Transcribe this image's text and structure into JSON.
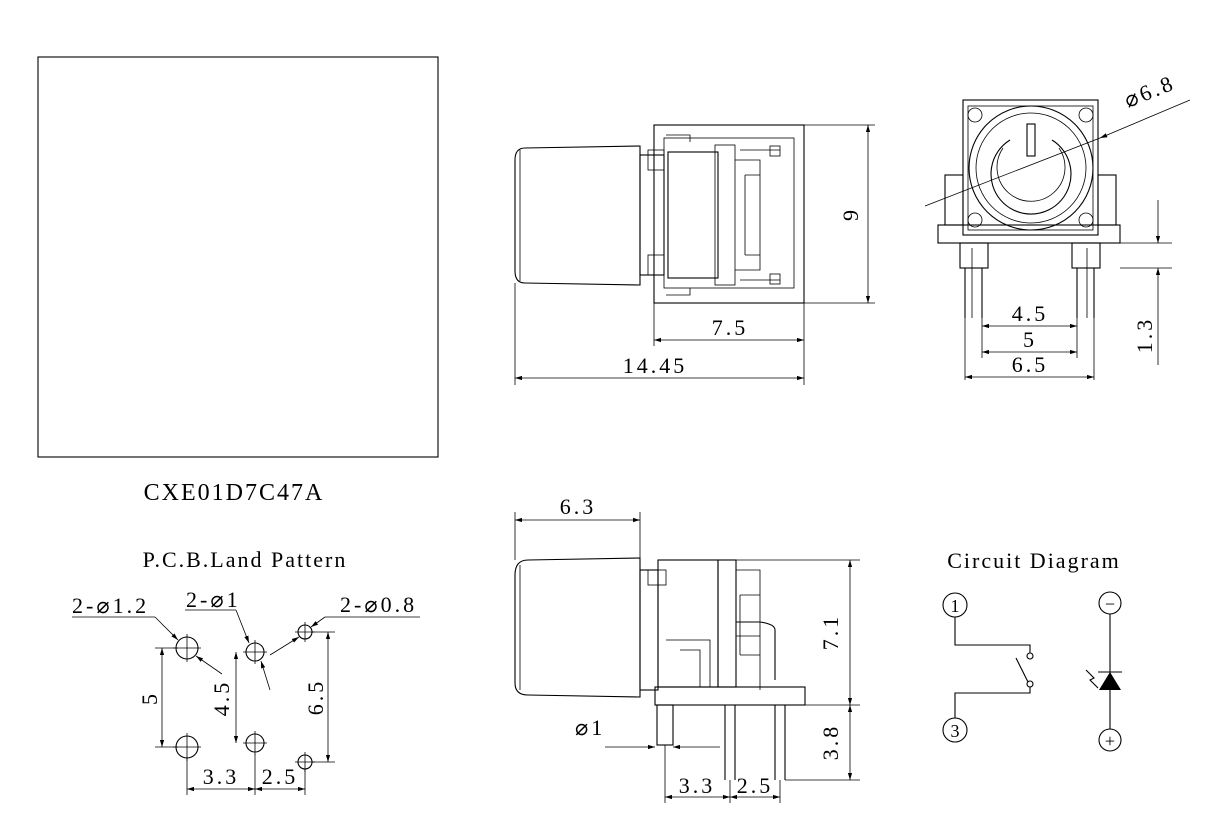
{
  "part_number": "CXE01D7C47A",
  "side_view": {
    "width_overall": "14.45",
    "width_body": "7.5",
    "height": "9"
  },
  "front_view": {
    "button_diameter": "⌀6.8",
    "pin_span_inner": "4.5",
    "pin_span_mid": "5",
    "pin_span_outer": "6.5",
    "pin_width": "1.3"
  },
  "bottom_view": {
    "cap_diameter": "6.3",
    "body_height": "7.1",
    "pin_length": "3.8",
    "pin_diameter": "⌀1",
    "pin_pitch_a": "3.3",
    "pin_pitch_b": "2.5"
  },
  "land_pattern": {
    "title": "P.C.B.Land Pattern",
    "hole_a": "2-⌀1.2",
    "hole_b": "2-⌀1",
    "hole_c": "2-⌀0.8",
    "dim_vertical_a": "5",
    "dim_vertical_b": "4.5",
    "dim_vertical_c": "6.5",
    "dim_horizontal_a": "3.3",
    "dim_horizontal_b": "2.5"
  },
  "circuit": {
    "title": "Circuit Diagram",
    "pin1": "1",
    "pin3": "3",
    "minus": "−",
    "plus": "+"
  }
}
